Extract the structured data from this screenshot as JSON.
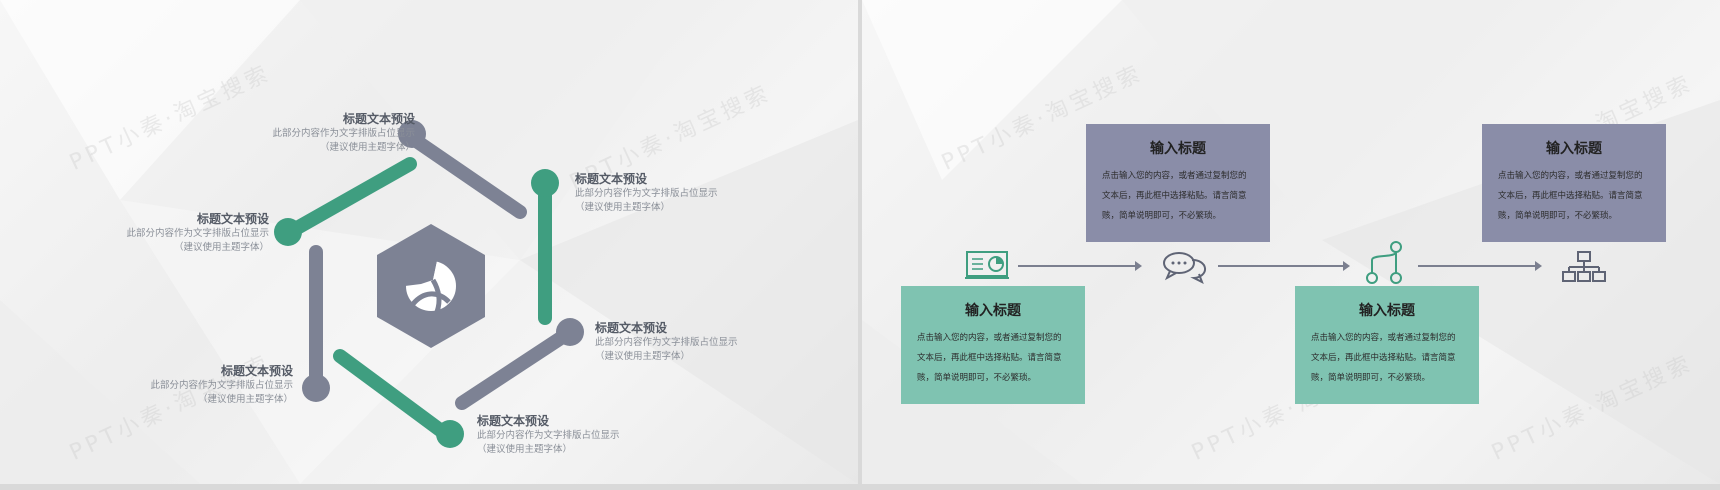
{
  "left_slide": {
    "labels": [
      {
        "title": "标题文本预设",
        "desc": "此部分内容作为文字排版占位显示",
        "note": "（建议使用主题字体）"
      },
      {
        "title": "标题文本预设",
        "desc": "此部分内容作为文字排版占位显示",
        "note": "（建议使用主题字体）"
      },
      {
        "title": "标题文本预设",
        "desc": "此部分内容作为文字排版占位显示",
        "note": "（建议使用主题字体）"
      },
      {
        "title": "标题文本预设",
        "desc": "此部分内容作为文字排版占位显示",
        "note": "（建议使用主题字体）"
      },
      {
        "title": "标题文本预设",
        "desc": "此部分内容作为文字排版占位显示",
        "note": "（建议使用主题字体）"
      },
      {
        "title": "标题文本预设",
        "desc": "此部分内容作为文字排版占位显示",
        "note": "（建议使用主题字体）"
      }
    ],
    "center_icon": "globe-icon",
    "colors": {
      "gray": "#7d8294",
      "green": "#3f9e80",
      "hex": "#7d8294"
    }
  },
  "right_slide": {
    "steps": [
      {
        "title": "输入标题",
        "line1": "点击输入您的内容，或者通过复制您的",
        "line2": "文本后，再此框中选择粘贴。请言简意",
        "line3": "赅，简单说明即可，不必繁琐。",
        "color": "green",
        "icon": "presentation-icon"
      },
      {
        "title": "输入标题",
        "line1": "点击输入您的内容，或者通过复制您的",
        "line2": "文本后，再此框中选择粘贴。请言简意",
        "line3": "赅，简单说明即可，不必繁琐。",
        "color": "purple",
        "icon": "chat-bubbles-icon"
      },
      {
        "title": "输入标题",
        "line1": "点击输入您的内容，或者通过复制您的",
        "line2": "文本后，再此框中选择粘贴。请言简意",
        "line3": "赅，简单说明即可，不必繁琐。",
        "color": "green",
        "icon": "branch-icon"
      },
      {
        "title": "输入标题",
        "line1": "点击输入您的内容，或者通过复制您的",
        "line2": "文本后，再此框中选择粘贴。请言简意",
        "line3": "赅，简单说明即可，不必繁琐。",
        "color": "purple",
        "icon": "hierarchy-icon"
      }
    ],
    "colors": {
      "purple": "#8a8da8",
      "green": "#7fc3b1",
      "icon": "#5f6475",
      "icon_green": "#3f9e80"
    }
  }
}
